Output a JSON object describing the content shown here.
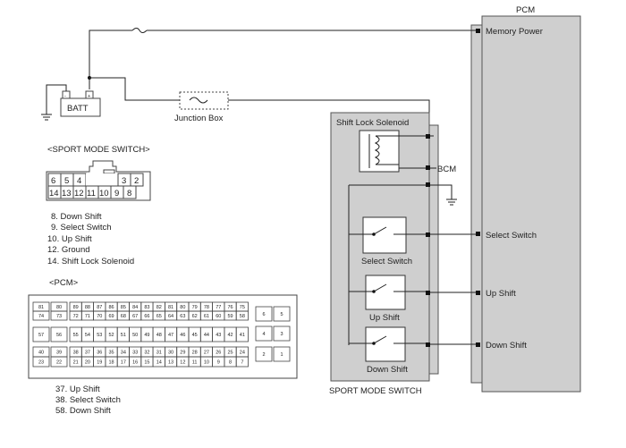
{
  "labels": {
    "pcm": "PCM",
    "memory_power": "Memory Power",
    "batt": "BATT",
    "junction_box": "Junction Box",
    "shift_lock_solenoid": "Shift Lock Solenoid",
    "bcm": "BCM",
    "select_switch_pin": "Select Switch",
    "up_shift_pin": "Up  Shift",
    "down_shift_pin": "Down  Shift",
    "select_switch_sw": "Select Switch",
    "up_shift_sw": "Up  Shift",
    "down_shift_sw": "Down  Shift",
    "sport_mode_switch_label": "SPORT MODE SWITCH",
    "batt_plus": "+",
    "batt_minus": "-"
  },
  "sport_connector": {
    "title": "<SPORT MODE SWITCH>",
    "row1": [
      "6",
      "5",
      "4",
      "",
      "",
      "3",
      "2"
    ],
    "row2": [
      "14",
      "13",
      "12",
      "11",
      "10",
      "9",
      "8"
    ],
    "legend": [
      "8. Down  Shift",
      "9. Select  Switch",
      "10. Up  Shift",
      "12. Ground",
      "14. Shift Lock Solenoid"
    ]
  },
  "pcm_connector": {
    "title": "<PCM>",
    "block_a": {
      "row1": [
        "81",
        "80"
      ],
      "row2": [
        "74",
        "73"
      ],
      "row3": [
        "57",
        "56"
      ],
      "row4": [
        "40",
        "39"
      ],
      "row5": [
        "23",
        "22"
      ]
    },
    "block_b": {
      "row1": [
        "89",
        "88",
        "87",
        "86",
        "85",
        "84",
        "83",
        "82",
        "81",
        "80",
        "79",
        "78",
        "77",
        "76",
        "75"
      ],
      "row2": [
        "72",
        "71",
        "70",
        "69",
        "68",
        "67",
        "66",
        "65",
        "64",
        "63",
        "62",
        "61",
        "60",
        "59",
        "58"
      ],
      "row3": [
        "55",
        "54",
        "53",
        "52",
        "51",
        "50",
        "49",
        "48",
        "47",
        "46",
        "45",
        "44",
        "43",
        "42",
        "41"
      ],
      "row4": [
        "38",
        "37",
        "36",
        "35",
        "34",
        "33",
        "32",
        "31",
        "30",
        "29",
        "28",
        "27",
        "26",
        "25",
        "24"
      ],
      "row5": [
        "21",
        "20",
        "19",
        "18",
        "17",
        "16",
        "15",
        "14",
        "13",
        "12",
        "11",
        "10",
        "9",
        "8",
        "7"
      ]
    },
    "block_c": {
      "row1": [
        "6",
        "5"
      ],
      "row2": [
        "4",
        "3"
      ],
      "row3": [
        "2",
        "1"
      ]
    },
    "legend": [
      "37. Up  Shift",
      "38. Select Switch",
      "58. Down  Shift"
    ]
  }
}
